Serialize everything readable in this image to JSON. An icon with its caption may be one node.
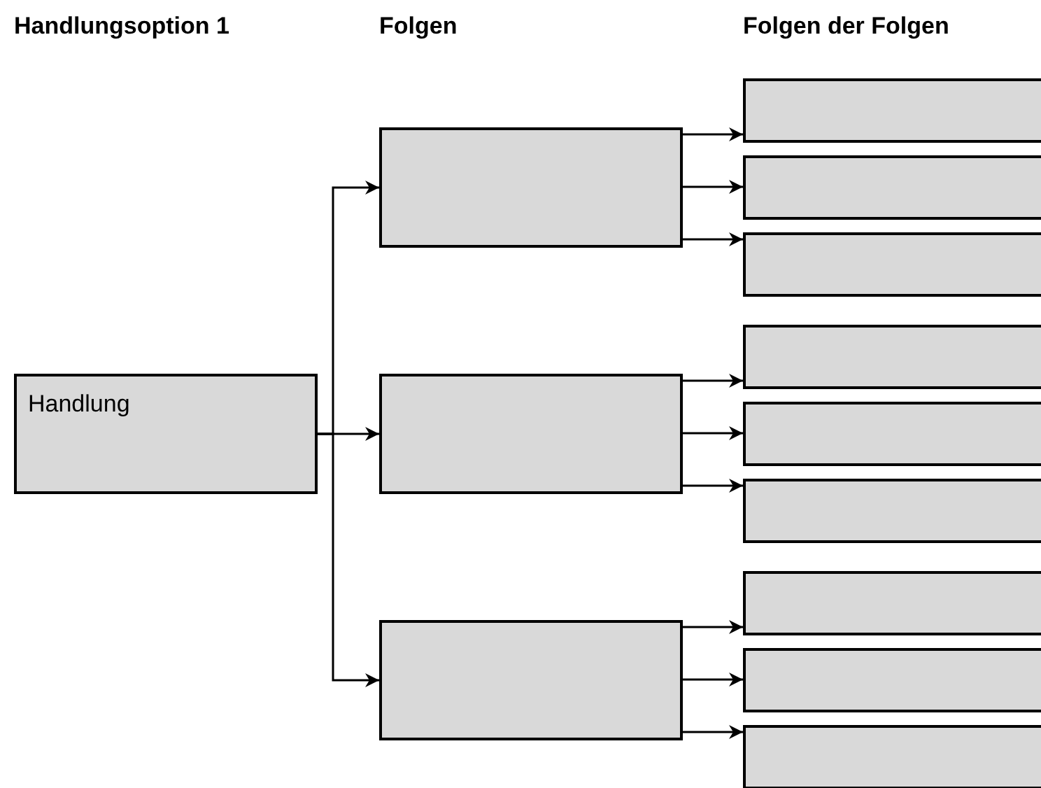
{
  "diagram": {
    "nodes": [
      {
        "text": [
          "Handlung"
        ]
      },
      {
        "text": [],
        "shape": "box"
      },
      {
        "text": [],
        "shape": "box"
      },
      {
        "text": [],
        "shape": "box"
      },
      {
        "text": [],
        "shape": "box"
      },
      {
        "text": [],
        "shape": "box"
      },
      {
        "text": [],
        "shape": "box"
      },
      {
        "text": [],
        "shape": "box"
      },
      {
        "text": [],
        "shape": "box"
      },
      {
        "text": [],
        "shape": "box"
      },
      {
        "text": [],
        "shape": "box"
      },
      {
        "text": [],
        "shape": "box"
      },
      {
        "text": [],
        "shape": "box"
      }
    ],
    "edges": [
      {
        "from": 0,
        "to": 1,
        "arrow": "to"
      },
      {
        "from": 0,
        "to": 2,
        "arrow": "to"
      },
      {
        "from": 0,
        "to": 3,
        "arrow": "to"
      },
      {
        "from": 1,
        "to": 4,
        "arrow": "to"
      },
      {
        "from": 1,
        "to": 5,
        "arrow": "to"
      },
      {
        "from": 1,
        "to": 6,
        "arrow": "to"
      },
      {
        "from": 2,
        "to": 7,
        "arrow": "to"
      },
      {
        "from": 2,
        "to": 8,
        "arrow": "to"
      },
      {
        "from": 2,
        "to": 9,
        "arrow": "to"
      },
      {
        "from": 3,
        "to": 10,
        "arrow": "to"
      },
      {
        "from": 3,
        "to": 11,
        "arrow": "to"
      },
      {
        "from": 3,
        "to": 12,
        "arrow": "to"
      }
    ],
    "labels": [
      "Handlungsoption 1",
      "Folgen",
      "Folgen der Folgen"
    ]
  }
}
